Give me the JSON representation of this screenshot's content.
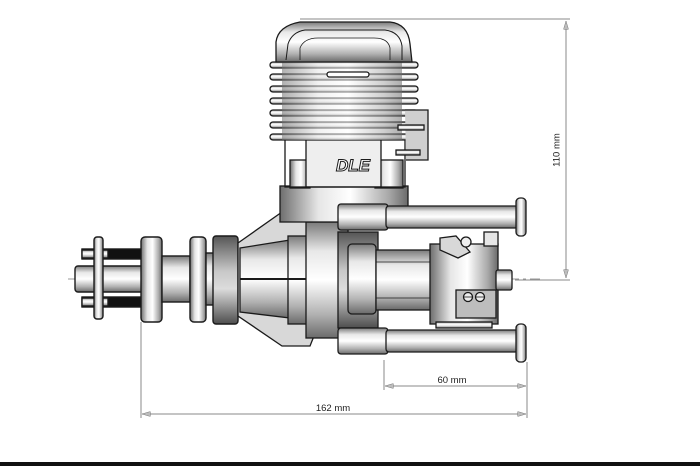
{
  "drawing": {
    "subject": "DLE two-stroke model aircraft engine, side view",
    "logo_text": "DLE",
    "colors": {
      "background": "#ffffff",
      "outline": "#1a1a1a",
      "metal_light": "#f2f2f2",
      "metal_mid": "#b8b8b8",
      "metal_dark": "#6a6a6a",
      "dimension_line": "#8a8a8a",
      "bottom_bar": "#111111"
    }
  },
  "dimensions": {
    "height": {
      "label": "110 mm",
      "value": 110,
      "unit": "mm",
      "orientation": "vertical"
    },
    "mount_depth": {
      "label": "60 mm",
      "value": 60,
      "unit": "mm",
      "orientation": "horizontal"
    },
    "overall_length": {
      "label": "162 mm",
      "value": 162,
      "unit": "mm",
      "orientation": "horizontal"
    }
  }
}
